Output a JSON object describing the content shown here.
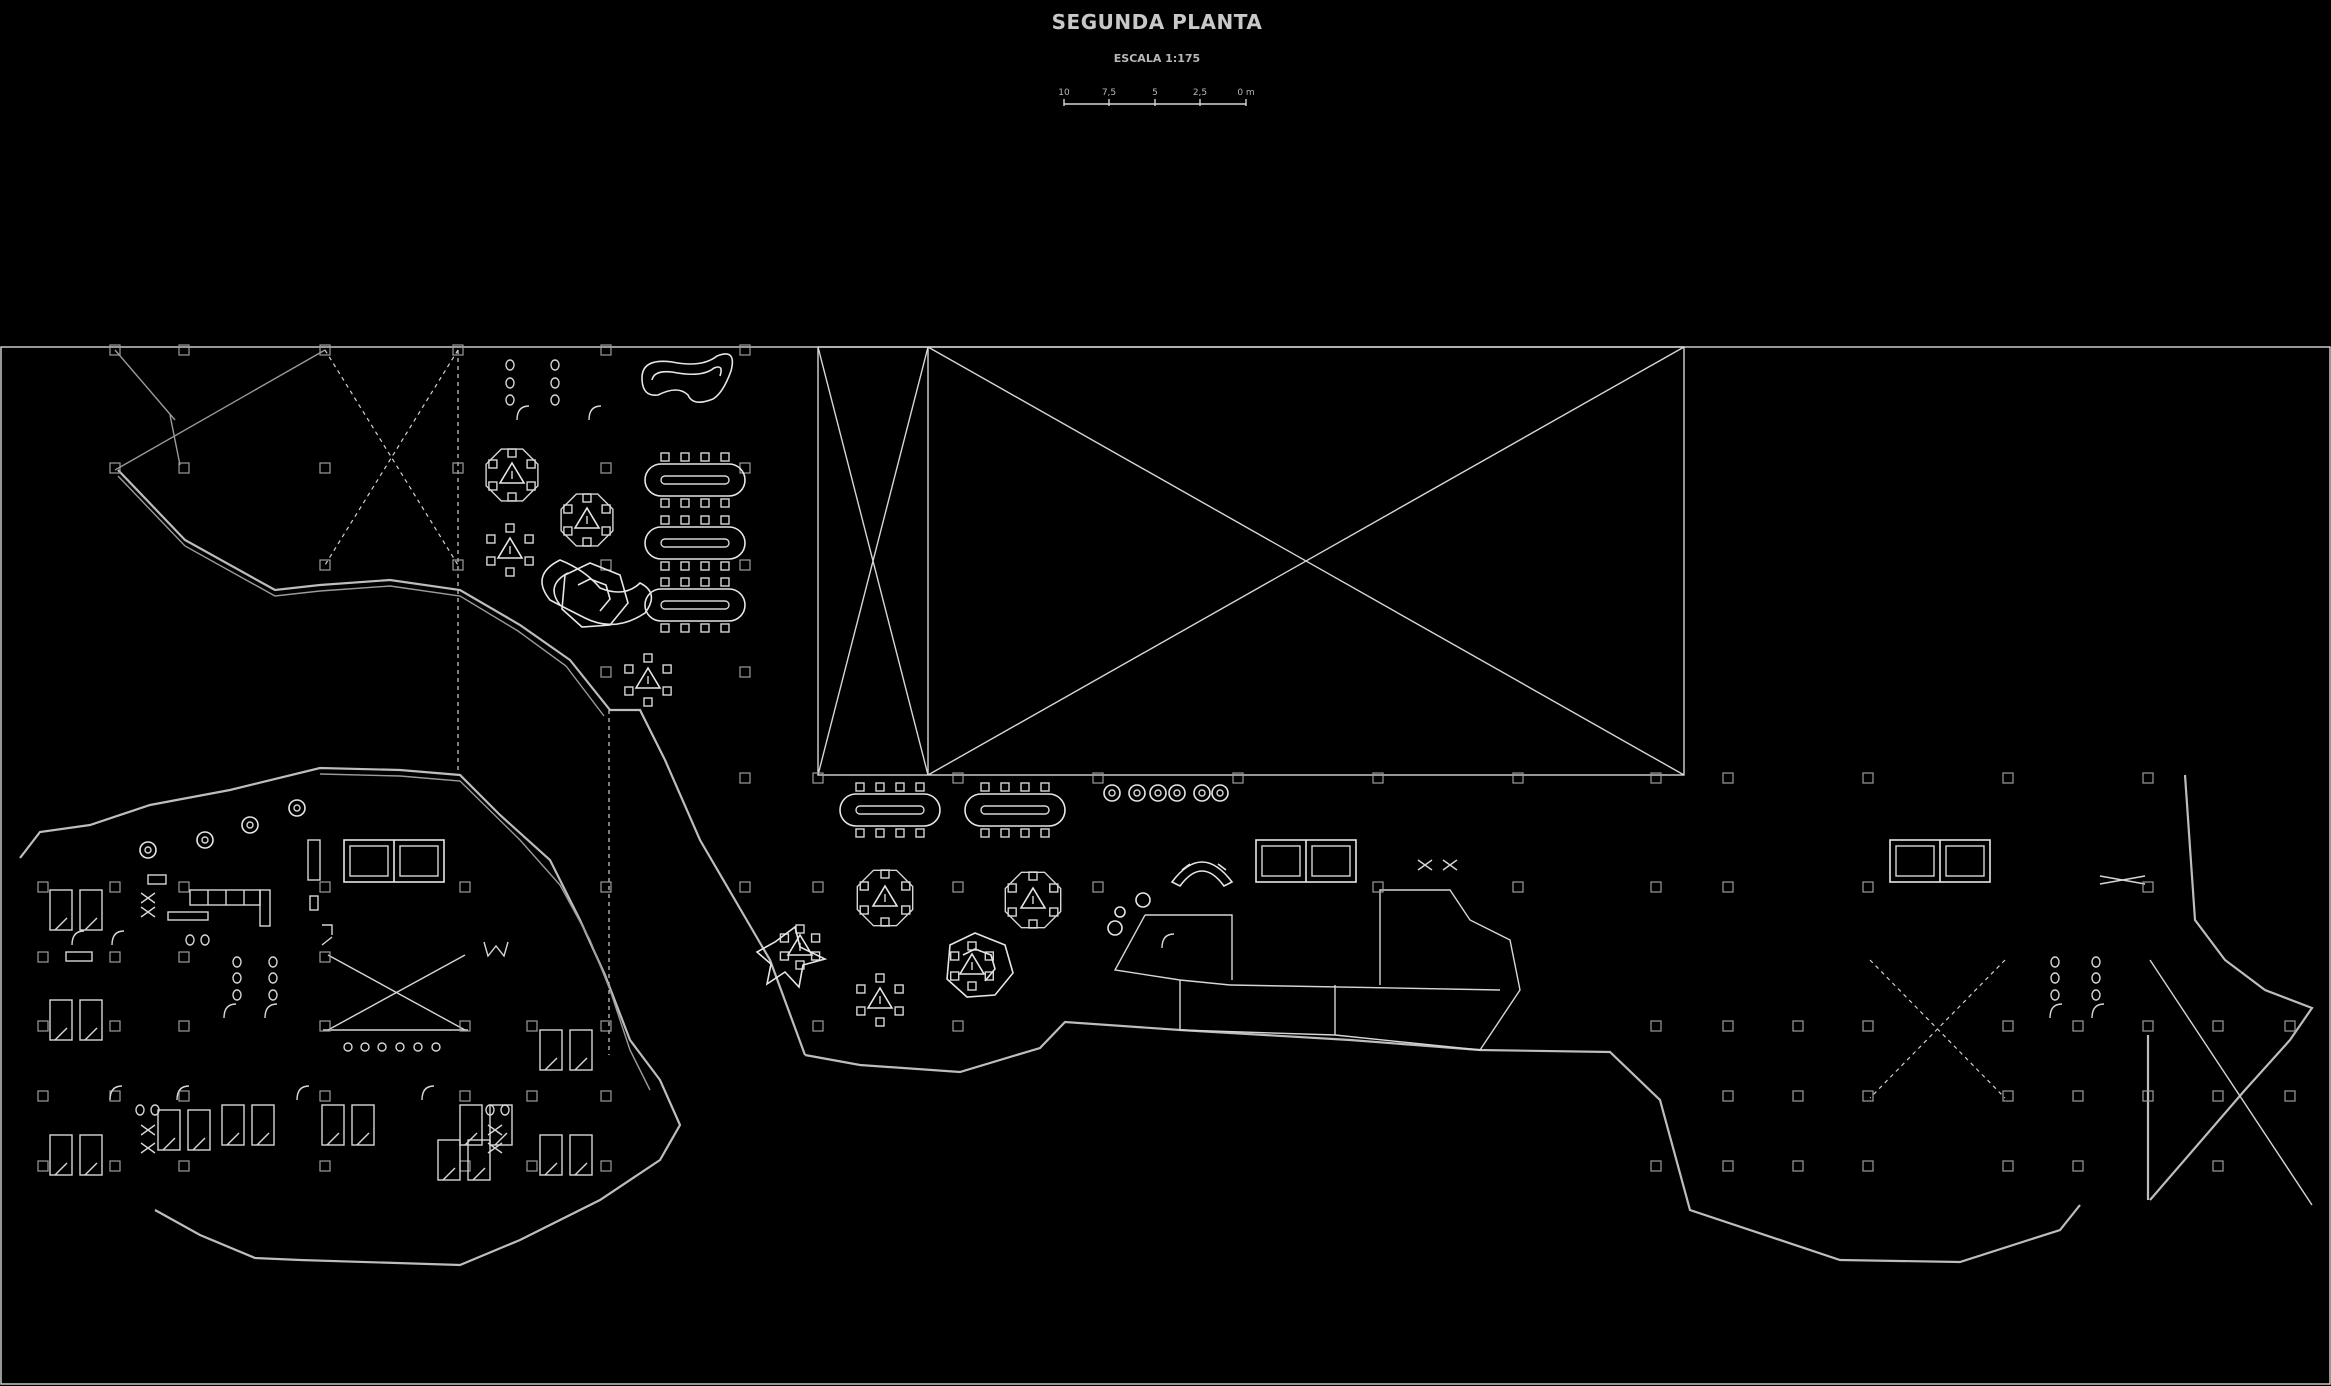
{
  "title": "SEGUNDA PLANTA",
  "scale": {
    "label": "ESCALA 1:175",
    "ticks": [
      "10",
      "7,5",
      "5",
      "2,5",
      "0 m"
    ]
  },
  "colors": {
    "background": "#000000",
    "lines": "#d6d6d6"
  }
}
